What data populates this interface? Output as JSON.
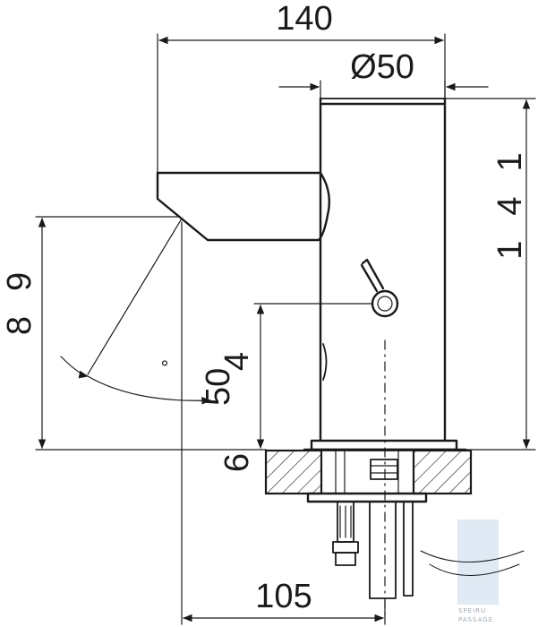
{
  "dimensions": {
    "overall_width": "140",
    "body_diameter": "Ø50",
    "body_height": "141",
    "total_height": "89",
    "sensor_height": "64",
    "spout_angle": "50",
    "base_offset": "105"
  },
  "angle_unit_symbol": "°",
  "watermark": {
    "text_line1": "SPEIRU",
    "text_line2": "PASSAGE"
  },
  "colors": {
    "line": "#1a1a1a",
    "watermark": "#c5d6e6"
  }
}
